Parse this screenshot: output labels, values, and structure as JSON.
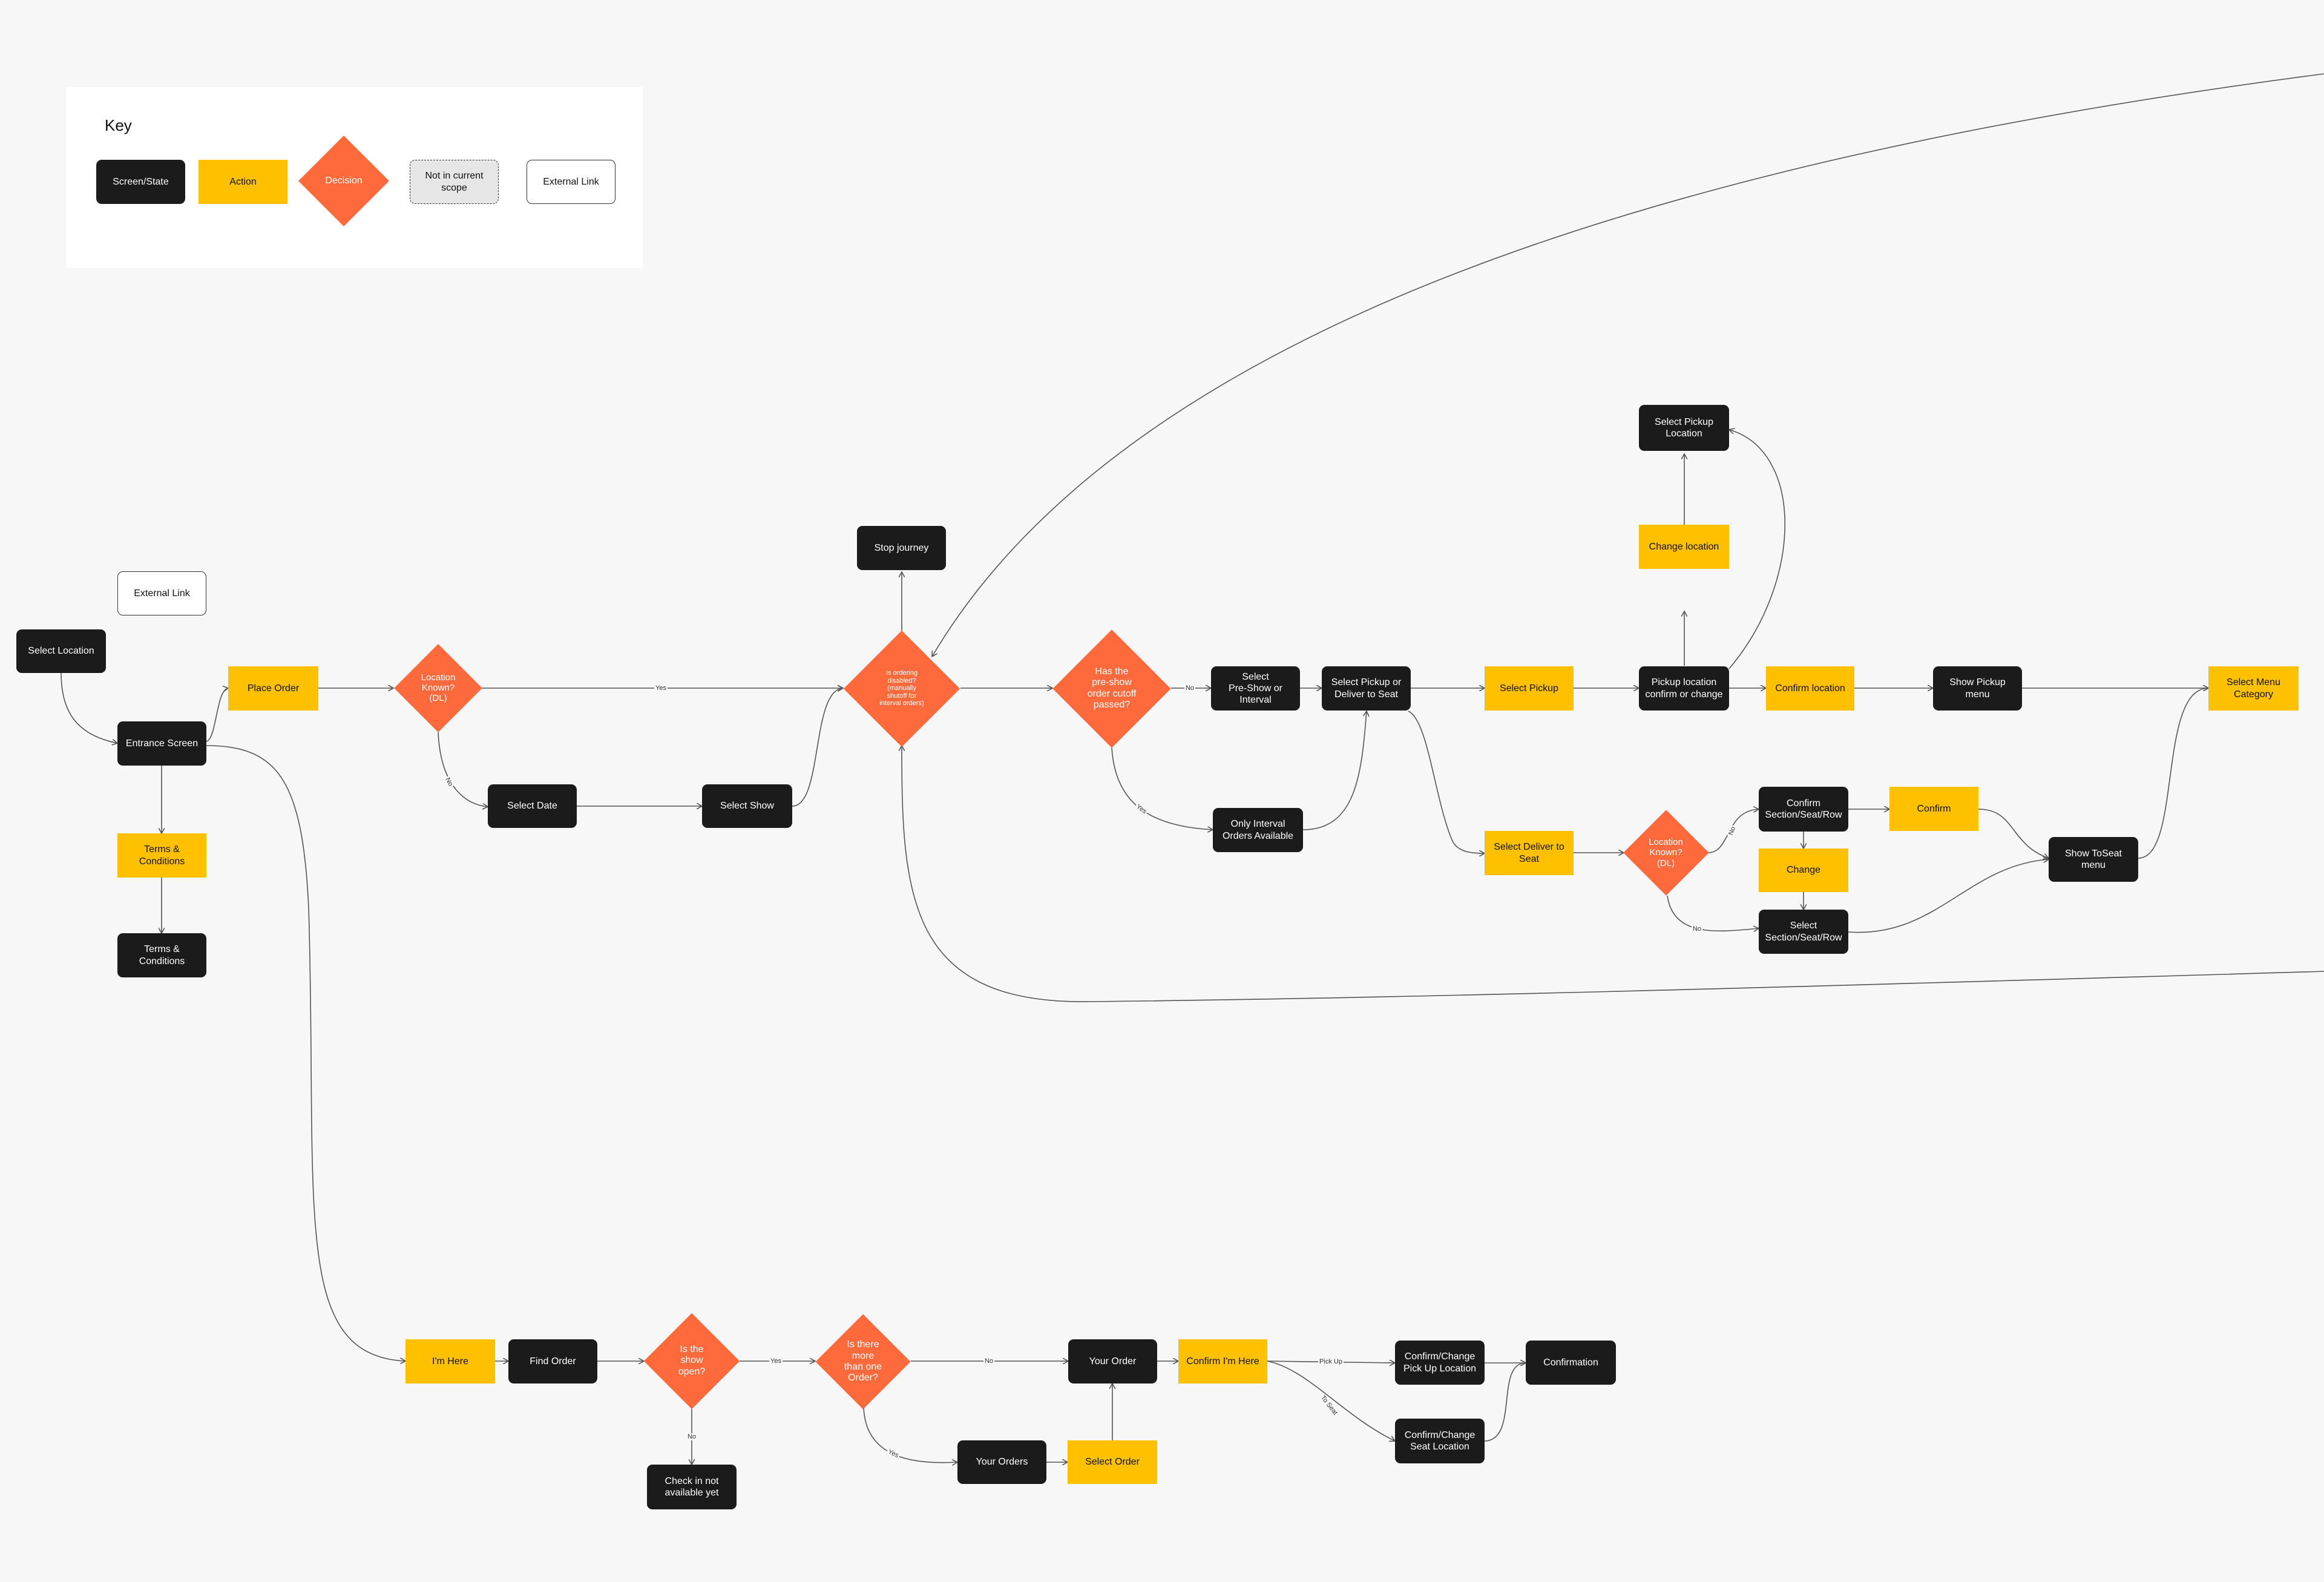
{
  "key": {
    "title": "Key",
    "screen_state": "Screen/State",
    "action": "Action",
    "decision": "Decision",
    "not_in_scope": "Not in current\nscope",
    "external_link": "External Link"
  },
  "colors": {
    "screen": "#1b1b1b",
    "action": "#ffc000",
    "decision": "#ff6a3d",
    "background": "#f7f7f7"
  },
  "nodes": {
    "external_link": "External Link",
    "select_location": "Select Location",
    "entrance_screen": "Entrance Screen",
    "terms_action": "Terms &\nConditions",
    "terms_screen": "Terms &\nConditions",
    "place_order": "Place Order",
    "location_known": "Location\nKnown?\n(DL)",
    "select_date": "Select Date",
    "select_show": "Select Show",
    "stop_journey": "Stop journey",
    "ordering_disabled": "Is ordering\ndisabled?\n(manually\nshutoff for\ninterval orders)",
    "cutoff_passed": "Has the\npre-show\norder cutoff\npassed?",
    "select_preshow_interval": "Select\nPre-Show or\nInterval",
    "only_interval": "Only Interval\nOrders Available",
    "select_pickup_or_deliver": "Select Pickup or\nDeliver to Seat",
    "select_pickup_location": "Select Pickup\nLocation",
    "change_location": "Change location",
    "select_pickup": "Select Pickup",
    "pickup_confirm_change": "Pickup location\nconfirm or change",
    "confirm_location": "Confirm location",
    "show_pickup_menu": "Show Pickup\nmenu",
    "select_menu_category": "Select Menu\nCategory",
    "select_deliver_to_seat": "Select Deliver to\nSeat",
    "location_known_2": "Location\nKnown?\n(DL)",
    "confirm_section": "Confirm\nSection/Seat/Row",
    "confirm": "Confirm",
    "change": "Change",
    "select_section": "Select\nSection/Seat/Row",
    "show_toseat_menu": "Show ToSeat\nmenu",
    "im_here": "I'm Here",
    "find_order": "Find Order",
    "show_open": "Is the\nshow\nopen?",
    "check_not_available": "Check in not\navailable yet",
    "more_than_one": "Is there\nmore\nthan one\nOrder?",
    "your_order": "Your Order",
    "your_orders": "Your Orders",
    "select_order": "Select Order",
    "confirm_im_here": "Confirm I'm Here",
    "confirm_pickup_location": "Confirm/Change\nPick Up Location",
    "confirm_seat_location": "Confirm/Change\nSeat Location",
    "confirmation": "Confirmation"
  },
  "edge_labels": {
    "yes": "Yes",
    "no": "No",
    "pick_up": "Pick Up",
    "to_seat": "To Seat"
  }
}
